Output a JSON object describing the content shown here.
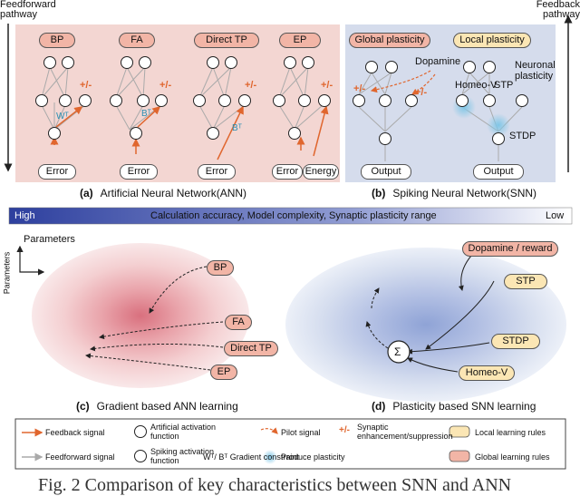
{
  "axes": {
    "feedforward_label": "Feedforward pathway",
    "feedback_label": "Feedback pathway"
  },
  "ann_panel": {
    "methods": [
      "BP",
      "FA",
      "Direct TP",
      "EP"
    ],
    "error_label": "Error",
    "energy_label": "Energy",
    "sign_label": "+/-",
    "w_label": "Wᵀ",
    "b_label": "Bᵀ",
    "caption_letter": "(a)",
    "caption": "Artificial Neural Network(ANN)"
  },
  "snn_panel": {
    "global_label": "Global plasticity",
    "local_label": "Local plasticity",
    "dopamine_label": "Dopamine",
    "neuronal_plasticity_label": "Neuronal plasticity",
    "homeo_label": "Homeo-V",
    "stp_label": "STP",
    "stdp_label": "STDP",
    "output_label": "Output",
    "caption_letter": "(b)",
    "caption": "Spiking Neural Network(SNN)"
  },
  "gradient_bar": {
    "high": "High",
    "middle": "Calculation accuracy, Model complexity, Synaptic plasticity range",
    "low": "Low",
    "color_start": "#2d3f9e",
    "color_end": "#ffffff"
  },
  "ann_landscape": {
    "param_label": "Parameters",
    "labels": [
      "BP",
      "FA",
      "Direct TP",
      "EP"
    ],
    "caption_letter": "(c)",
    "caption": "Gradient based ANN learning"
  },
  "snn_landscape": {
    "labels": [
      "Dopamine / reward",
      "STP",
      "STDP",
      "Homeo-V"
    ],
    "sigma": "Σ",
    "caption_letter": "(d)",
    "caption": "Plasticity based SNN learning"
  },
  "legend": {
    "feedback_signal": "Feedback signal",
    "feedforward_signal": "Feedforward signal",
    "artificial_fn": "Artificial activation function",
    "spiking_fn": "Spiking activation function",
    "pilot_signal": "Pilot signal",
    "gradient_constraint": "Wᵀ/ Bᵀ Gradient constraint",
    "synaptic": "Synaptic enhancement/suppression",
    "produce_plasticity": "Produce plasticity",
    "sign": "+/-",
    "local_rules": "Local learning rules",
    "global_rules": "Global learning rules"
  },
  "bottom_caption": "Fig. 2 Comparison of key characteristics between SNN and ANN",
  "colors": {
    "ann_bg": "#f3d6d2",
    "snn_bg": "#d5dcec",
    "accent": "#e0662e",
    "red_pill": "#f2b5a6",
    "yellow_pill": "#fbe6b4"
  }
}
